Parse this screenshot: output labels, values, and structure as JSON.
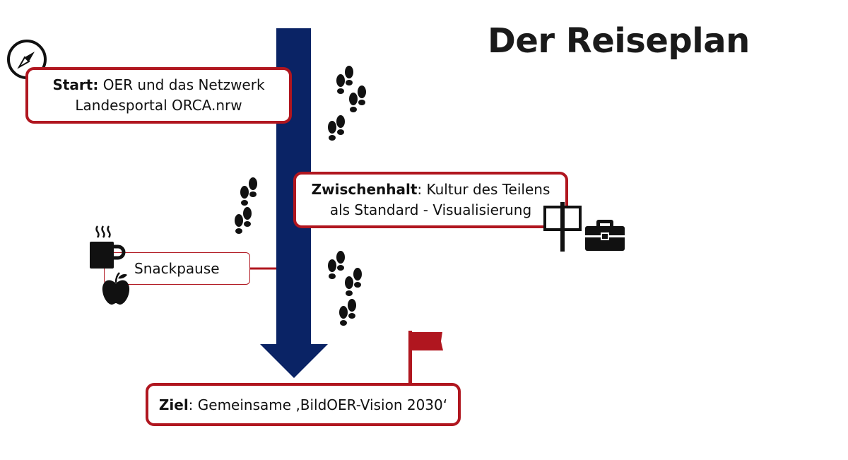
{
  "title": "Der Reiseplan",
  "stations": {
    "start": {
      "label": "Start:",
      "text_line1": " OER und das Netzwerk",
      "text_line2": "Landesportal ORCA.nrw"
    },
    "zwischenhalt": {
      "label": "Zwischenhalt",
      "text_line1": ": Kultur des Teilens",
      "text_line2": "als Standard - Visualisierung"
    },
    "snackpause": {
      "text": "Snackpause"
    },
    "ziel": {
      "label": "Ziel",
      "text": ": Gemeinsame ‚BildOER-Vision 2030‘"
    }
  },
  "colors": {
    "accent_red": "#b0161f",
    "arrow_navy": "#0a2365",
    "icon_black": "#000000"
  },
  "icons": [
    "compass-icon",
    "footprints-icon",
    "signpost-icon",
    "briefcase-icon",
    "coffee-cup-icon",
    "apple-icon",
    "flag-icon"
  ]
}
